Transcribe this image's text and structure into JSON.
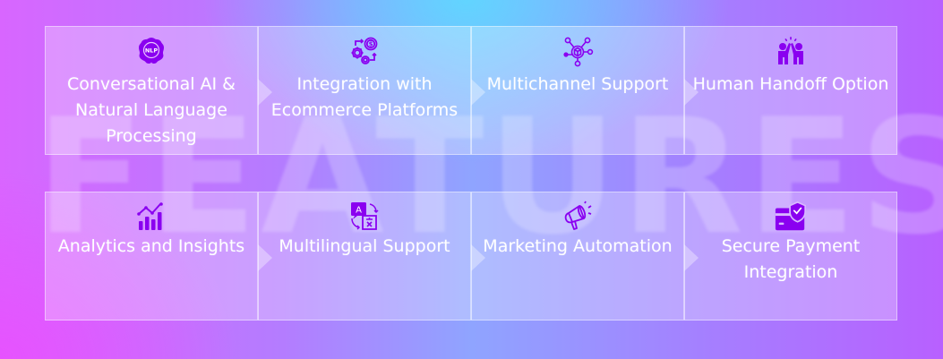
{
  "background_word": "FEATURES",
  "colors": {
    "icon": "#8a00f0",
    "text": "#ffffff",
    "bg_left": "#d866ff",
    "bg_center": "#5fd7ff",
    "bg_right": "#b860ff"
  },
  "features": {
    "row1": [
      {
        "icon": "nlp-brain-icon",
        "title": "Conversational AI & Natural Language Processing"
      },
      {
        "icon": "gears-dollar-icon",
        "title": "Integration with Ecommerce Platforms"
      },
      {
        "icon": "network-hub-icon",
        "title": "Multichannel Support"
      },
      {
        "icon": "high-five-icon",
        "title": "Human Handoff Option"
      }
    ],
    "row2": [
      {
        "icon": "analytics-chart-icon",
        "title": "Analytics and Insights"
      },
      {
        "icon": "translate-icon",
        "title": "Multilingual Support"
      },
      {
        "icon": "megaphone-icon",
        "title": "Marketing Automation"
      },
      {
        "icon": "secure-card-icon",
        "title": "Secure Payment Integration"
      }
    ]
  }
}
